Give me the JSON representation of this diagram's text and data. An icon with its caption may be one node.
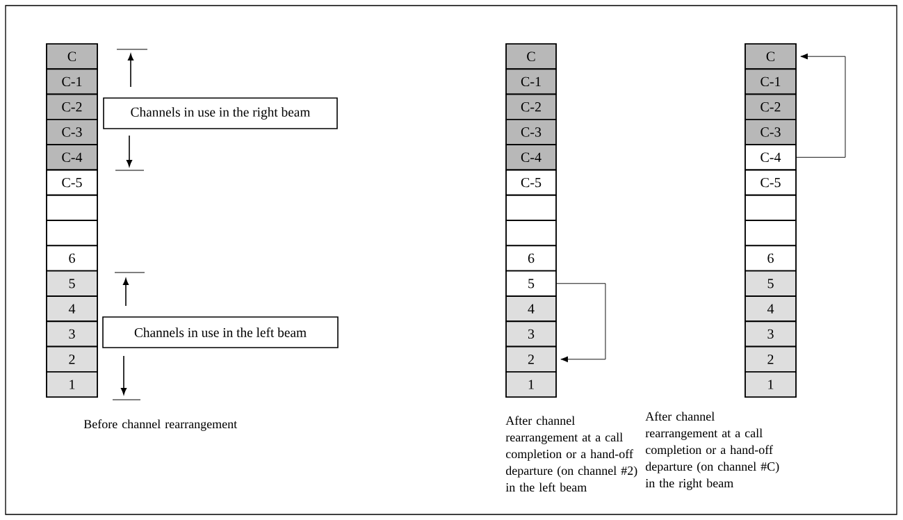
{
  "diagram": {
    "nodes": [
      {
        "text": [
          "C"
        ]
      },
      {
        "text": [
          "C-1"
        ]
      },
      {
        "text": [
          "C-2"
        ]
      },
      {
        "text": [
          "C-3"
        ]
      },
      {
        "text": [
          "C-4"
        ]
      },
      {
        "text": [
          "C-5"
        ]
      },
      {
        "text": [],
        "shape": "box"
      },
      {
        "text": [],
        "shape": "box"
      },
      {
        "text": [
          "6"
        ]
      },
      {
        "text": [
          "5"
        ]
      },
      {
        "text": [
          "4"
        ]
      },
      {
        "text": [
          "3"
        ]
      },
      {
        "text": [
          "2"
        ]
      },
      {
        "text": [
          "1"
        ]
      },
      {
        "text": [
          "C"
        ]
      },
      {
        "text": [
          "C-1"
        ]
      },
      {
        "text": [
          "C-2"
        ]
      },
      {
        "text": [
          "C-3"
        ]
      },
      {
        "text": [
          "C-4"
        ]
      },
      {
        "text": [
          "C-5"
        ]
      },
      {
        "text": [],
        "shape": "box"
      },
      {
        "text": [],
        "shape": "box"
      },
      {
        "text": [
          "6"
        ]
      },
      {
        "text": [
          "5"
        ]
      },
      {
        "text": [
          "4"
        ]
      },
      {
        "text": [
          "3"
        ]
      },
      {
        "text": [
          "2"
        ]
      },
      {
        "text": [
          "1"
        ]
      },
      {
        "text": [
          "C"
        ]
      },
      {
        "text": [
          "C-1"
        ]
      },
      {
        "text": [
          "C-2"
        ]
      },
      {
        "text": [
          "C-3"
        ]
      },
      {
        "text": [
          "C-4"
        ]
      },
      {
        "text": [
          "C-5"
        ]
      },
      {
        "text": [],
        "shape": "box"
      },
      {
        "text": [],
        "shape": "box"
      },
      {
        "text": [
          "6"
        ]
      },
      {
        "text": [
          "5"
        ]
      },
      {
        "text": [
          "4"
        ]
      },
      {
        "text": [
          "3"
        ]
      },
      {
        "text": [
          "2"
        ]
      },
      {
        "text": [
          "1"
        ]
      },
      {
        "text": [
          "Channels in use in the right beam"
        ]
      },
      {
        "text": [
          "Channels in use in the left beam"
        ]
      }
    ],
    "edges": [
      {
        "from": 23,
        "to": 26,
        "arrow": "to"
      },
      {
        "from": 32,
        "to": 28,
        "arrow": "to"
      }
    ],
    "labels": [
      "Before channel rearrangement",
      "After channel rearrangement at a call completion or a hand-off departure (on channel #2) in the left beam",
      "After channel rearrangement at a call completion or a hand-off departure (on channel #C) in the right beam"
    ]
  }
}
